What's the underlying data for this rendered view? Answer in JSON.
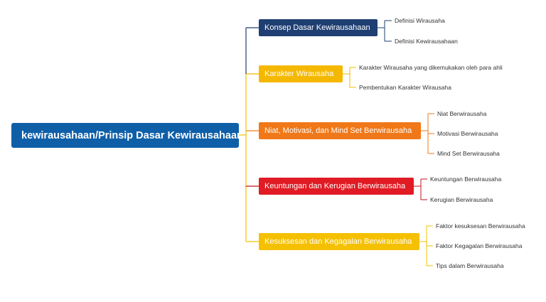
{
  "root": {
    "label": "kewirausahaan/Prinsip Dasar Kewirausahaan"
  },
  "branches": [
    {
      "label": "Konsep Dasar Kewirausahaan",
      "color": "#1f3f73",
      "line_color": "#1f3f73",
      "children": [
        "Definisi Wirausaha",
        "Definisi Kewirausahaan"
      ]
    },
    {
      "label": "Karakter Wirausaha",
      "color": "#f5b800",
      "line_color": "#f5b800",
      "children": [
        "Karakter Wirausaha yang dikemukakan oleh para ahli",
        "Pembentukan Karakter Wirausaha"
      ]
    },
    {
      "label": "Niat, Motivasi, dan Mind Set Berwirausaha",
      "color": "#f07818",
      "line_color": "#f07818",
      "children": [
        "Niat Berwirausaha",
        "Motivasi Berwirausaha",
        "Mind Set Berwirausaha"
      ]
    },
    {
      "label": "Keuntungan dan Kerugian Berwirausaha",
      "color": "#e01b24",
      "line_color": "#c8101a",
      "children": [
        "Keuntungan Berwirausaha",
        "Kerugian Berwirausaha"
      ]
    },
    {
      "label": "Kesuksesan dan Kegagalan Berwirausaha",
      "color": "#f5c000",
      "line_color": "#f5c000",
      "children": [
        "Faktor kesuksesan Berwirausaha",
        "Faktor Kegagalan Berwirausaha",
        "Tips dalam Berwirausaha"
      ]
    }
  ],
  "trunk_color": "#f5c000"
}
